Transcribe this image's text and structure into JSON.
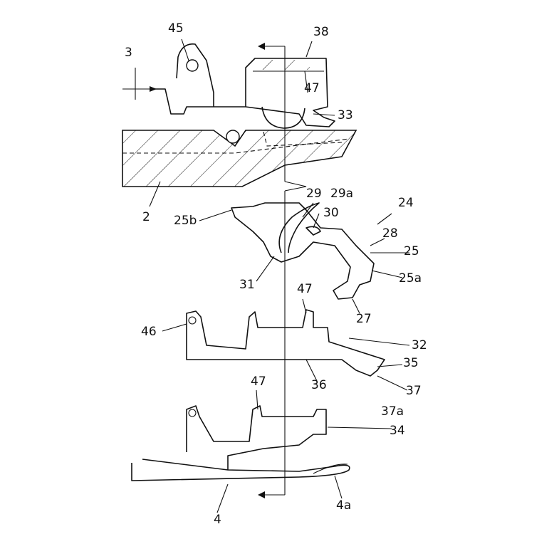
{
  "figure": {
    "labels": {
      "l45": "45",
      "l38": "38",
      "l3": "3",
      "l47a": "47",
      "l33": "33",
      "l2": "2",
      "l29": "29",
      "l29a": "29a",
      "l24": "24",
      "l30": "30",
      "l25b": "25b",
      "l28": "28",
      "l25": "25",
      "l25a": "25a",
      "l31": "31",
      "l27": "27",
      "l47b": "47",
      "l46": "46",
      "l32": "32",
      "l35": "35",
      "l36": "36",
      "l37": "37",
      "l37a": "37a",
      "l47c": "47",
      "l34": "34",
      "l4": "4",
      "l4a": "4a"
    }
  }
}
